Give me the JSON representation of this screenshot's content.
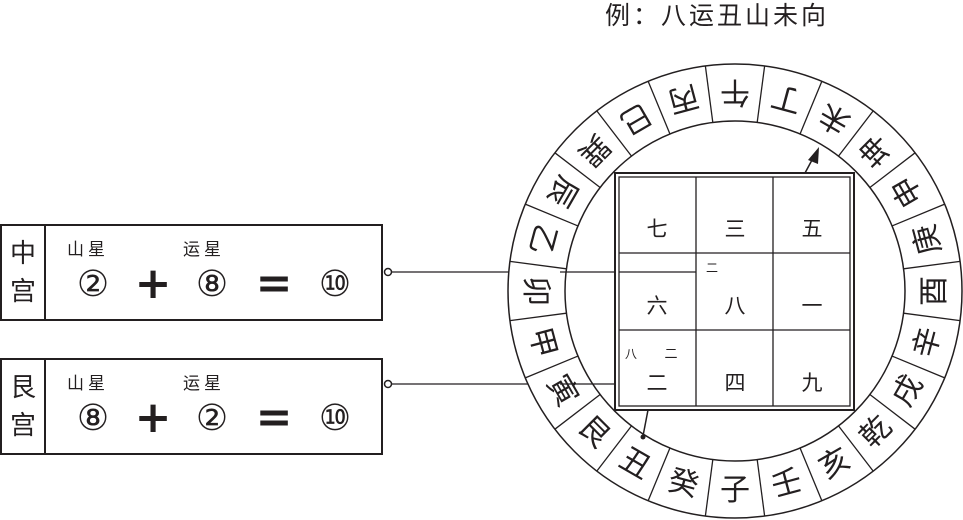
{
  "title": "例：八运丑山未向",
  "colors": {
    "ink": "#231f20",
    "background": "#ffffff"
  },
  "boxes": [
    {
      "palace": [
        "中",
        "宫"
      ],
      "mountain_star_label": "山星",
      "facing_star_label": "运星",
      "mountain_star": "②",
      "plus": "+",
      "facing_star": "⑧",
      "equals": "=",
      "sum": "⑩"
    },
    {
      "palace": [
        "艮",
        "宫"
      ],
      "mountain_star_label": "山星",
      "facing_star_label": "运星",
      "mountain_star": "⑧",
      "plus": "+",
      "facing_star": "②",
      "equals": "=",
      "sum": "⑩"
    }
  ],
  "ring": [
    "午",
    "丁",
    "未",
    "坤",
    "申",
    "庚",
    "酉",
    "辛",
    "戌",
    "乾",
    "亥",
    "壬",
    "子",
    "癸",
    "丑",
    "艮",
    "寅",
    "甲",
    "卯",
    "乙",
    "辰",
    "巽",
    "巳",
    "丙"
  ],
  "grid": {
    "cells": [
      "七",
      "三",
      "五",
      "六",
      "八",
      "一",
      "二",
      "四",
      "九"
    ],
    "center_annotation": "二",
    "bottom_left_annotations": [
      "八",
      "二"
    ]
  }
}
